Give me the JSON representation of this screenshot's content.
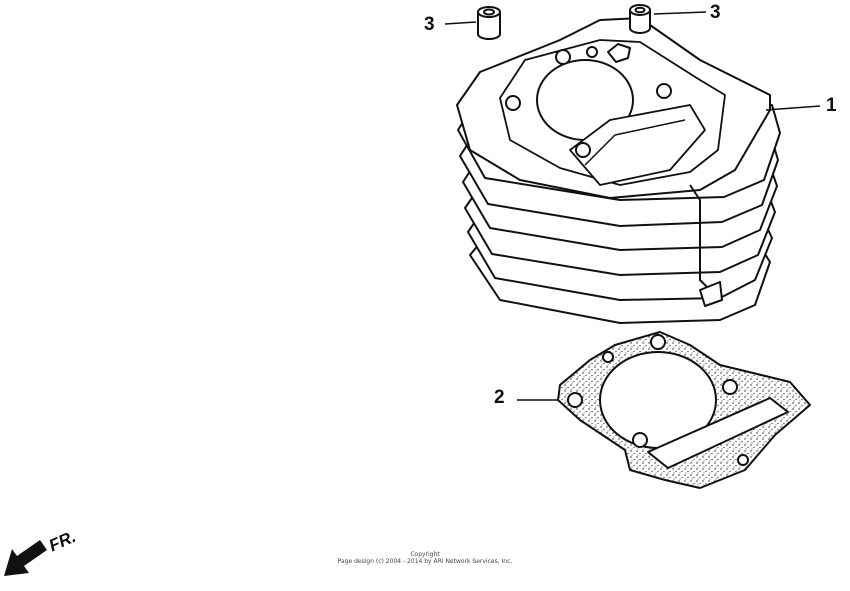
{
  "callouts": [
    {
      "id": "callout-1",
      "text": "1",
      "part": "cylinder"
    },
    {
      "id": "callout-2",
      "text": "2",
      "part": "cylinder-base-gasket"
    },
    {
      "id": "callout-3a",
      "text": "3",
      "part": "dowel-pin"
    },
    {
      "id": "callout-3b",
      "text": "3",
      "part": "dowel-pin"
    }
  ],
  "direction_label": "FR.",
  "copyright": {
    "line1": "Copyright",
    "line2": "Page design (c) 2004 - 2014 by ARI Network Services, Inc."
  }
}
